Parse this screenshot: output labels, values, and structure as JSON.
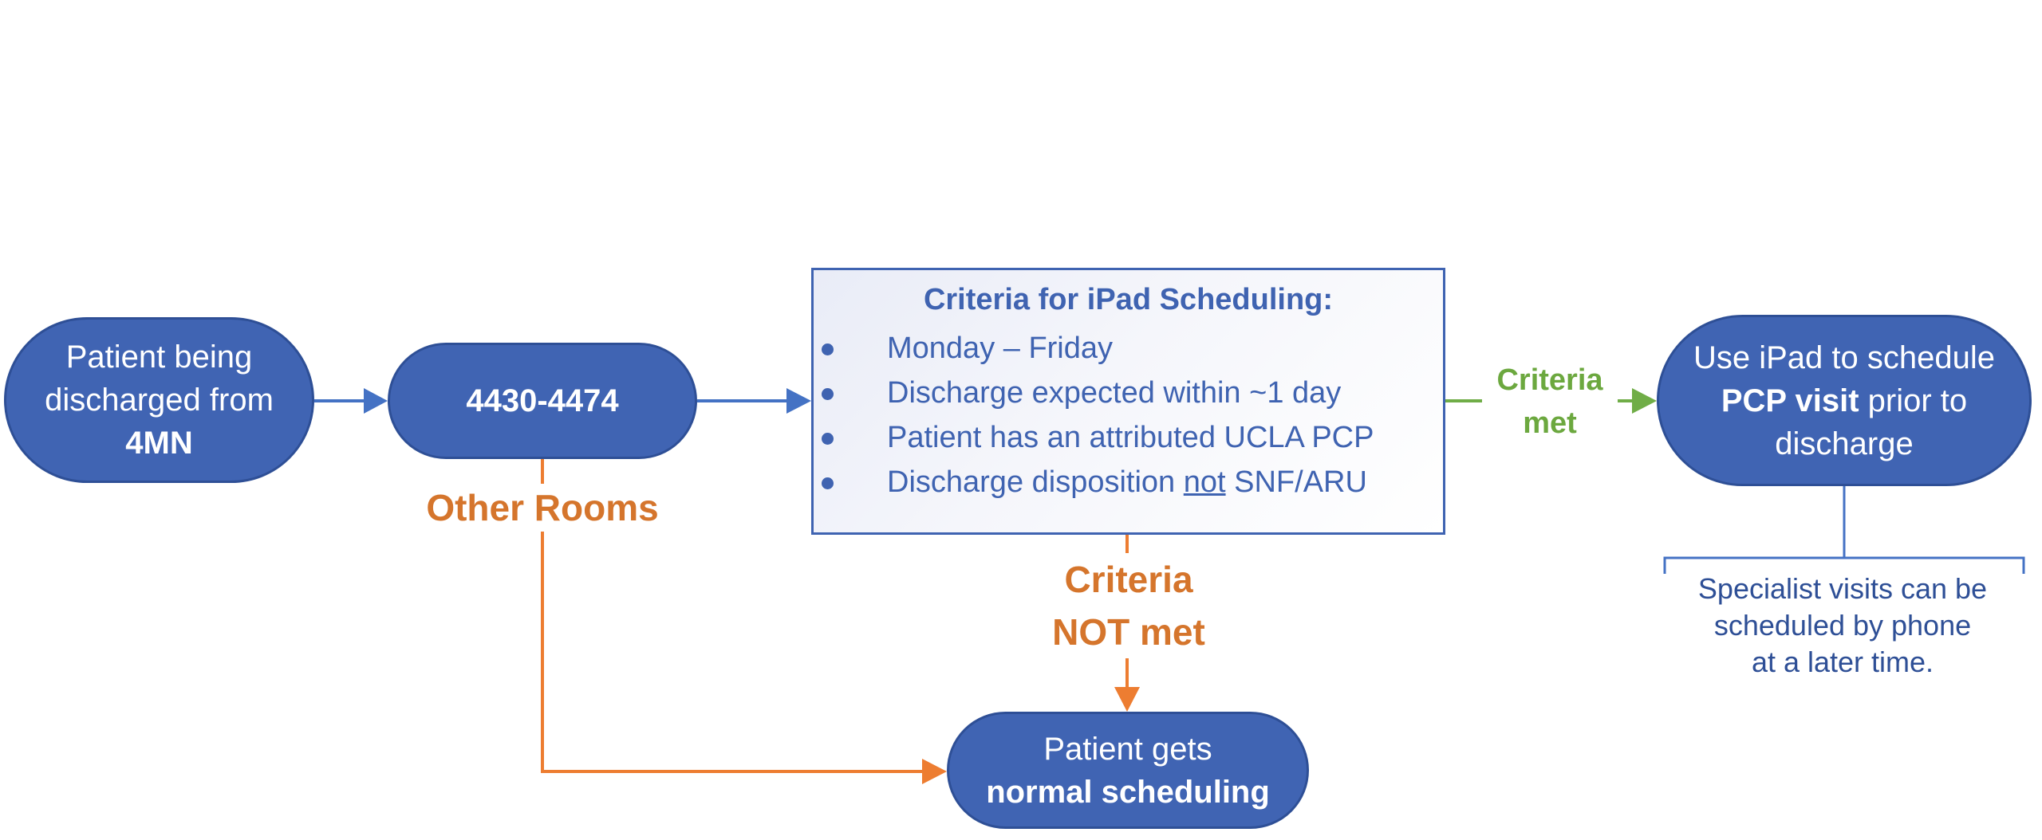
{
  "nodes": {
    "start": {
      "line1": "Patient being",
      "line2": "discharged from",
      "line3_bold": "4MN"
    },
    "rooms": {
      "label": "4430-4474"
    },
    "criteria": {
      "title": "Criteria for iPad Scheduling:",
      "items": [
        {
          "text": "Monday – Friday"
        },
        {
          "text": "Discharge expected within ~1 day"
        },
        {
          "text": "Patient has an attributed UCLA PCP"
        },
        {
          "pre": "Discharge disposition ",
          "underlined": "not",
          "post": " SNF/ARU"
        }
      ]
    },
    "ipad": {
      "line1": "Use iPad to schedule",
      "line2_bold": "PCP visit",
      "line2_rest": " prior to",
      "line3": "discharge"
    },
    "normal": {
      "line1": "Patient gets",
      "line2_bold": "normal scheduling"
    }
  },
  "labels": {
    "other_rooms": "Other Rooms",
    "criteria_met_line1": "Criteria",
    "criteria_met_line2": "met",
    "criteria_not_met_line1": "Criteria",
    "criteria_not_met_line2": "NOT met"
  },
  "note": {
    "line1": "Specialist visits can be",
    "line2": "scheduled by phone",
    "line3": "at a later time."
  },
  "colors": {
    "node_fill": "#4064b3",
    "node_border": "#2e4f96",
    "flow_blue": "#4472c4",
    "flow_orange": "#ed7d31",
    "flow_green": "#70ad47",
    "label_orange": "#d5752c",
    "label_green": "#6ca83f",
    "criteria_text": "#3f63b1"
  }
}
